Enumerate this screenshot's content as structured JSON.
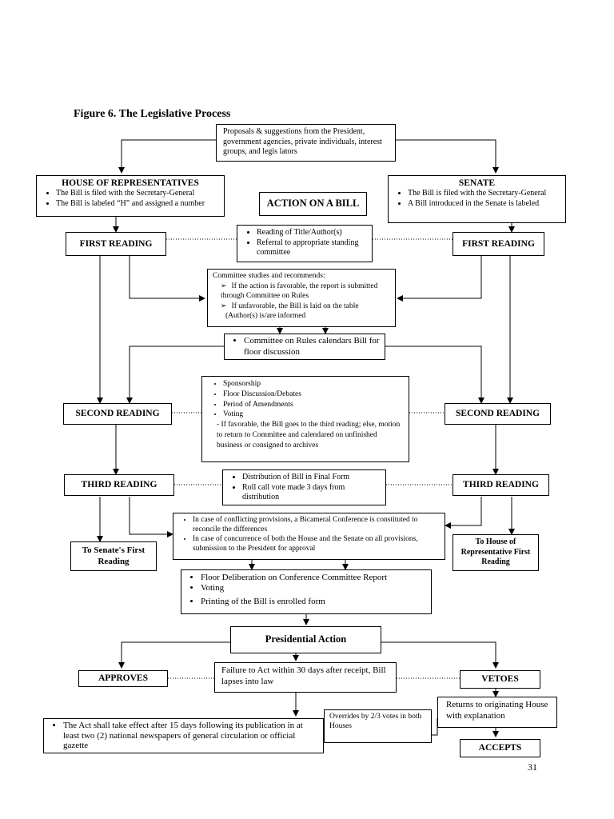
{
  "figure_title": "Figure 6.  The Legislative Process",
  "proposals": "Proposals & suggestions from the President, government agencies, private individuals, interest groups, and legis lators",
  "house": {
    "title": "HOUSE OF REPRESENTATIVES",
    "items": [
      "The Bill is filed with the Secretary-General",
      "The Bill is labeled “H” and assigned a number"
    ]
  },
  "senate": {
    "title": "SENATE",
    "items": [
      "The Bill is filed with the Secretary-General",
      "A Bill introduced in the Senate is labeled"
    ]
  },
  "action_on_bill": "ACTION ON A BILL",
  "first_reading_label": "FIRST READING",
  "first_reading_items": [
    "Reading of Title/Author(s)",
    "Referral to appropriate standing committee"
  ],
  "committee": {
    "intro": "Committee studies and recommends:",
    "items": [
      "If the action is favorable, the report is submitted through Committee on Rules",
      "If unfavorable, the Bill is laid on the table"
    ],
    "note": "(Author(s) is/are informed"
  },
  "rules_calendar": "Committee on Rules calendars  Bill for floor discussion",
  "second_reading_label": "SECOND READING",
  "second_reading_items": [
    "Sponsorship",
    "Floor Discussion/Debates",
    "Period of Amendments",
    "Voting"
  ],
  "second_reading_note": "- If favorable, the Bill goes to the third reading; else, motion to return to Committee and calendared on unfinished business or consigned to archives",
  "third_reading_label": "THIRD READING",
  "third_reading_items": [
    "Distribution of Bill in Final Form",
    "Roll call vote made 3 days from distribution"
  ],
  "to_senate": "To Senate's First Reading",
  "to_house": "To House of Representative First Reading",
  "bicameral_items": [
    "In case of conflicting provisions, a Bicameral Conference is constituted to reconcile the differences",
    "In case of concurrence of both the House and the Senate on all provisions, submission to the President for approval"
  ],
  "floor_items": [
    "Floor Deliberation on Conference Committee Report",
    "Voting",
    "Printing of the Bill is enrolled form"
  ],
  "presidential_action": "Presidential Action",
  "approves": "APPROVES",
  "failure_to_act": "Failure to Act within 30 days after receipt, Bill lapses into law",
  "vetoes": "VETOES",
  "returns": "Returns to originating House with explanation",
  "overrides": "Overrides by 2/3 votes in both Houses",
  "act_effect": "The Act shall take effect after 15 days following its publication in at least two (2) national newspapers of general circulation or official gazette",
  "accepts": "ACCEPTS",
  "page_number": "31"
}
